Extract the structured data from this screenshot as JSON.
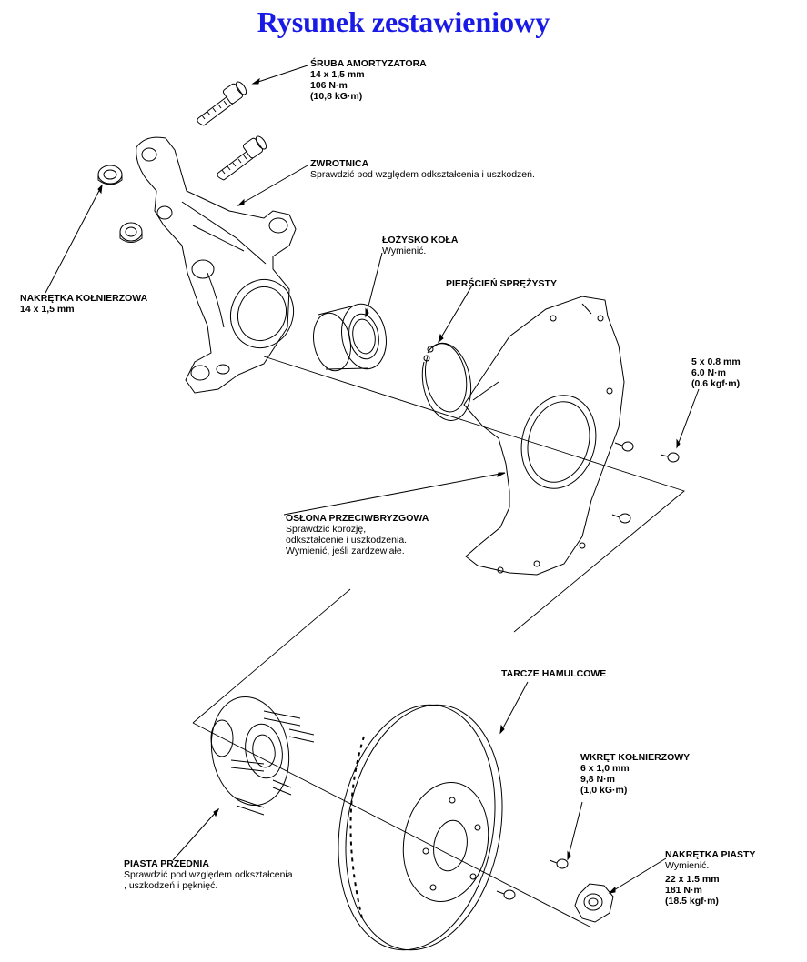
{
  "title": "Rysunek zestawieniowy",
  "colors": {
    "title": "#1a1ae6",
    "lines": "#000000"
  },
  "labels": {
    "sruba": {
      "name": "ŚRUBA AMORTYZATORA",
      "lines": [
        "14 x 1,5 mm",
        "106 N·m",
        "(10,8 kG·m)"
      ]
    },
    "zwrotnica": {
      "name": "ZWROTNICA",
      "lines": [
        "Sprawdzić pod względem odkształcenia i uszkodzeń."
      ]
    },
    "lozysko": {
      "name": "ŁOŻYSKO KOŁA",
      "lines": [
        "Wymienić."
      ]
    },
    "pierscien": {
      "name": "PIERŚCIEŃ SPRĘŻYSTY",
      "lines": []
    },
    "nakretka_kol": {
      "name": "NAKRĘTKA KOŁNIERZOWA",
      "lines": [
        "14 x 1,5 mm"
      ]
    },
    "sruba_oslony": {
      "name": "",
      "lines": [
        "5 x 0.8 mm",
        "6.0 N·m",
        "(0.6 kgf·m)"
      ]
    },
    "oslona": {
      "name": "OSŁONA PRZECIWBRYZGOWA",
      "lines": [
        "Sprawdzić korozję,",
        "odkształcenie i uszkodzenia.",
        "Wymienić, jeśli zardzewiałe."
      ]
    },
    "tarcze": {
      "name": "TARCZE HAMULCOWE",
      "lines": []
    },
    "wkret": {
      "name": "WKRĘT KOŁNIERZOWY",
      "lines": [
        "6 x 1,0 mm",
        "9,8 N·m",
        "(1,0 kG·m)"
      ]
    },
    "piasta": {
      "name": "PIASTA PRZEDNIA",
      "lines": [
        "Sprawdzić pod względem odkształcenia",
        ", uszkodzeń i pęknięć."
      ]
    },
    "nakretka_piasty": {
      "name": "NAKRĘTKA PIASTY",
      "lines": [
        "Wymienić.",
        "22 x 1.5 mm",
        "181 N·m",
        "(18.5 kgf·m)"
      ]
    }
  }
}
